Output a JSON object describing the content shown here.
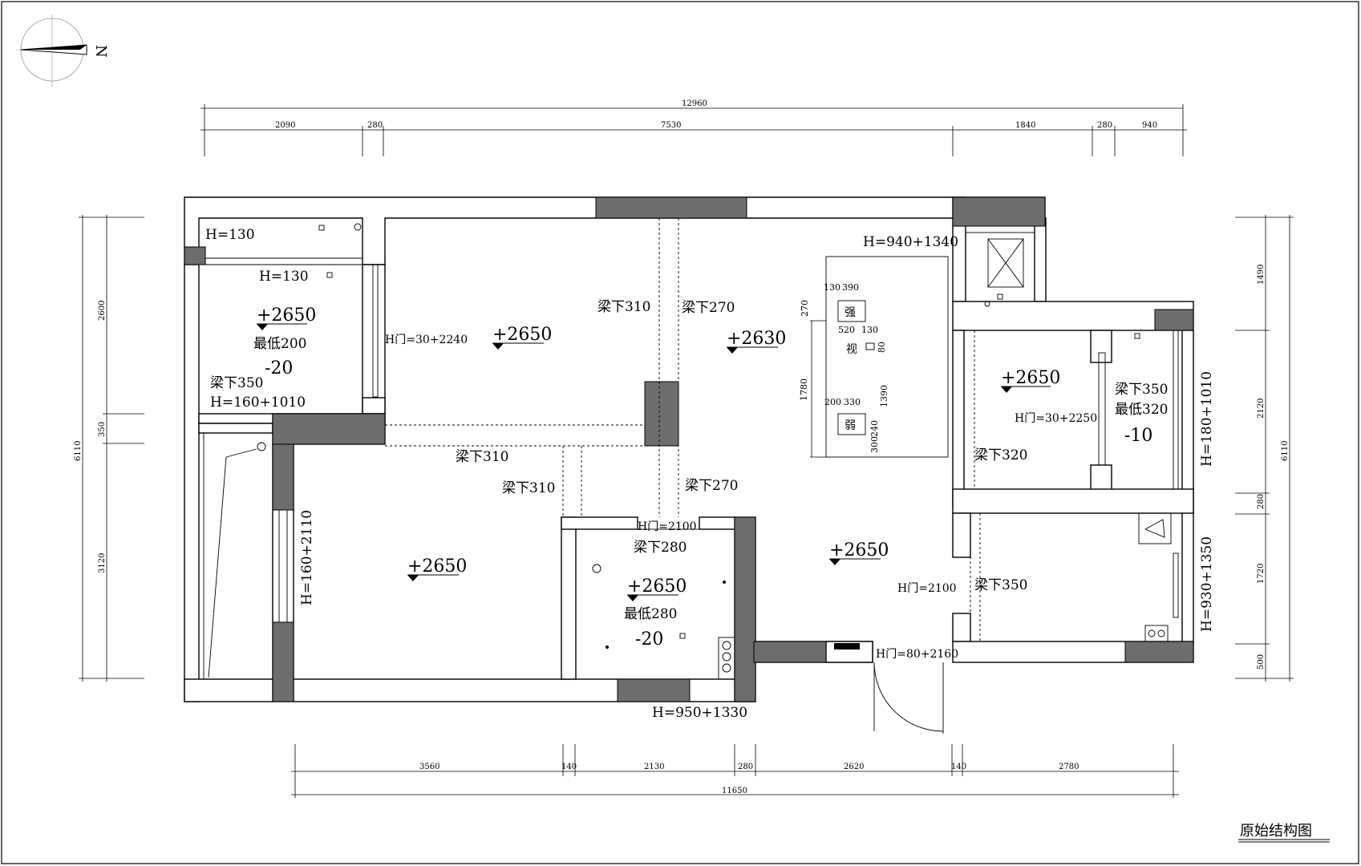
{
  "title": "原始结构图",
  "north_mark": "N",
  "dimensions": {
    "top_total": "12960",
    "top_segments": [
      "2090",
      "280",
      "7530",
      "1840",
      "280",
      "940"
    ],
    "bottom_segments": [
      "3560",
      "140",
      "2130",
      "280",
      "2620",
      "140",
      "2780"
    ],
    "bottom_total": "11650",
    "left_total": "6110",
    "left_segments": [
      "2600",
      "350",
      "3120"
    ],
    "right_total": "6110",
    "right_segments": [
      "1490",
      "2120",
      "280",
      "1720",
      "500"
    ]
  },
  "elevations": {
    "bedroom_tl": "+2650",
    "living_main": "+2650",
    "living_right": "+2630",
    "bedroom_mid_right": "+2650",
    "bedroom_bottom_left": "+2650",
    "bathroom": "+2650",
    "hall": "+2650"
  },
  "labels": {
    "h130_a": "H=130",
    "h130_b": "H=130",
    "min200": "最低200",
    "minus20_a": "-20",
    "beam350_a": "梁下350",
    "h160_1010": "H=160+1010",
    "door_30_2240": "H门=30+2240",
    "beam310_a": "梁下310",
    "beam270_a": "梁下270",
    "beam310_b": "梁下310",
    "beam310_c": "梁下310",
    "beam270_b": "梁下270",
    "h940_1340": "H=940+1340",
    "strong": "强",
    "tv": "视",
    "weak": "弱",
    "beam320_a": "梁下320",
    "door_30_2250": "H门=30+2250",
    "beam350_b": "梁下350",
    "min320": "最低320",
    "minus10": "-10",
    "h180_1010": "H=180+1010",
    "h160_2110": "H=160+2110",
    "door_2100_a": "H门=2100",
    "beam280": "梁下280",
    "min280": "最低280",
    "minus20_b": "-20",
    "door_2100_b": "H门=2100",
    "beam350_c": "梁下350",
    "door_80_2160": "H门=80+2160",
    "h930_1350": "H=930+1350",
    "h950_1330": "H=950+1330"
  },
  "panel_dims": {
    "d130": "130",
    "d390": "390",
    "d270": "270",
    "d520": "520",
    "d130b": "130",
    "d80": "80",
    "d1780": "1780",
    "d1390": "1390",
    "d200": "200",
    "d330": "330",
    "d240": "240",
    "d300": "300"
  }
}
